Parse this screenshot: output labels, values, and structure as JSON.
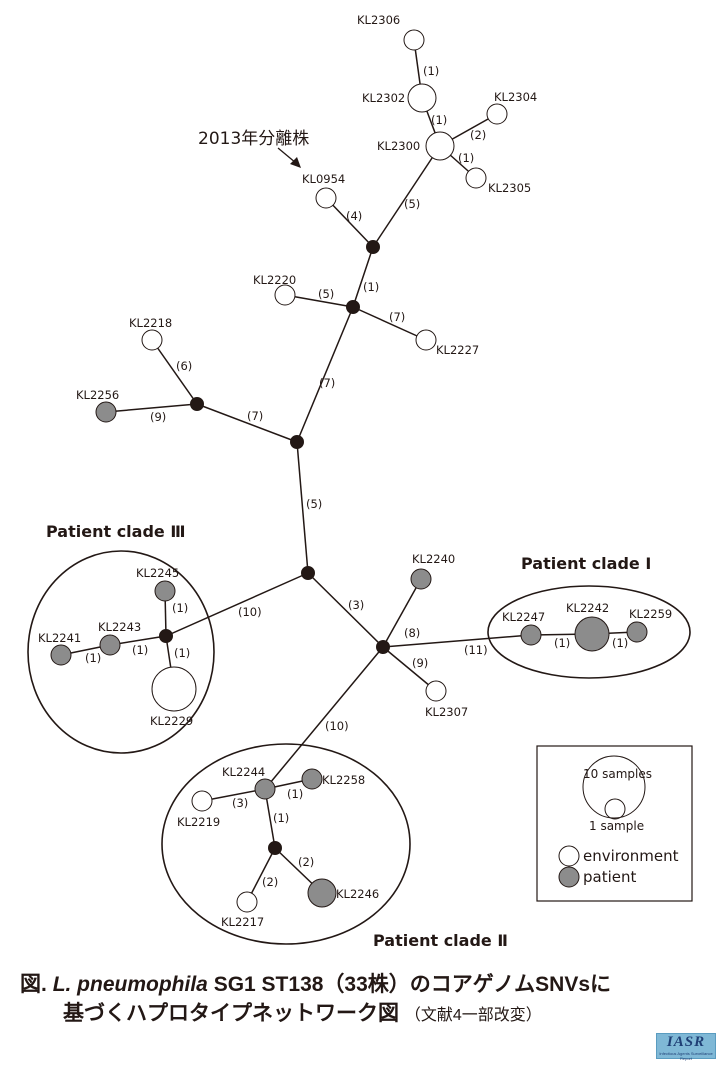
{
  "annotation": {
    "text": "2013年分離株",
    "target": "KL0954"
  },
  "colors": {
    "environment": "#ffffff",
    "patient": "#8c8c8c",
    "junction": "#231815",
    "line": "#231815"
  },
  "nodes": [
    {
      "id": "KL2306",
      "type": "environment",
      "samples": 1
    },
    {
      "id": "KL2302",
      "type": "environment",
      "samples": 2
    },
    {
      "id": "KL2304",
      "type": "environment",
      "samples": 1
    },
    {
      "id": "KL2300",
      "type": "environment",
      "samples": 2
    },
    {
      "id": "KL2305",
      "type": "environment",
      "samples": 1
    },
    {
      "id": "KL0954",
      "type": "environment",
      "samples": 1
    },
    {
      "id": "J1",
      "type": "junction"
    },
    {
      "id": "KL2220",
      "type": "environment",
      "samples": 1
    },
    {
      "id": "J2",
      "type": "junction"
    },
    {
      "id": "KL2227",
      "type": "environment",
      "samples": 1
    },
    {
      "id": "KL2218",
      "type": "environment",
      "samples": 1
    },
    {
      "id": "KL2256",
      "type": "patient",
      "samples": 1
    },
    {
      "id": "J3",
      "type": "junction"
    },
    {
      "id": "J4",
      "type": "junction"
    },
    {
      "id": "J5",
      "type": "junction"
    },
    {
      "id": "KL2240",
      "type": "patient",
      "samples": 1
    },
    {
      "id": "J6",
      "type": "junction"
    },
    {
      "id": "KL2307",
      "type": "environment",
      "samples": 1
    },
    {
      "id": "KL2245",
      "type": "patient",
      "samples": 1
    },
    {
      "id": "J7",
      "type": "junction"
    },
    {
      "id": "KL2243",
      "type": "patient",
      "samples": 1
    },
    {
      "id": "KL2241",
      "type": "patient",
      "samples": 1
    },
    {
      "id": "KL2229",
      "type": "environment",
      "samples": 5
    },
    {
      "id": "KL2247",
      "type": "patient",
      "samples": 1
    },
    {
      "id": "KL2242",
      "type": "patient",
      "samples": 3
    },
    {
      "id": "KL2259",
      "type": "patient",
      "samples": 1
    },
    {
      "id": "KL2244",
      "type": "patient",
      "samples": 1
    },
    {
      "id": "KL2258",
      "type": "patient",
      "samples": 1
    },
    {
      "id": "KL2219",
      "type": "environment",
      "samples": 1
    },
    {
      "id": "J8",
      "type": "junction"
    },
    {
      "id": "KL2246",
      "type": "patient",
      "samples": 2
    },
    {
      "id": "KL2217",
      "type": "environment",
      "samples": 1
    }
  ],
  "edges": [
    {
      "from": "KL2306",
      "to": "KL2302",
      "snvs": "(1)"
    },
    {
      "from": "KL2302",
      "to": "KL2300",
      "snvs": "(1)"
    },
    {
      "from": "KL2300",
      "to": "KL2304",
      "snvs": "(2)"
    },
    {
      "from": "KL2300",
      "to": "KL2305",
      "snvs": "(1)"
    },
    {
      "from": "KL2300",
      "to": "J1",
      "snvs": "(5)"
    },
    {
      "from": "KL0954",
      "to": "J1",
      "snvs": "(4)"
    },
    {
      "from": "J1",
      "to": "J2",
      "snvs": "(1)"
    },
    {
      "from": "KL2220",
      "to": "J2",
      "snvs": "(5)"
    },
    {
      "from": "J2",
      "to": "KL2227",
      "snvs": "(7)"
    },
    {
      "from": "J2",
      "to": "J4",
      "snvs": "(7)"
    },
    {
      "from": "KL2218",
      "to": "J3",
      "snvs": "(6)"
    },
    {
      "from": "KL2256",
      "to": "J3",
      "snvs": "(9)"
    },
    {
      "from": "J3",
      "to": "J4",
      "snvs": "(7)"
    },
    {
      "from": "J4",
      "to": "J5",
      "snvs": "(5)"
    },
    {
      "from": "J5",
      "to": "J6",
      "snvs": "(3)"
    },
    {
      "from": "J5",
      "to": "J7",
      "snvs": "(10)"
    },
    {
      "from": "J6",
      "to": "KL2240",
      "snvs": "(8)"
    },
    {
      "from": "J6",
      "to": "KL2307",
      "snvs": "(9)"
    },
    {
      "from": "J6",
      "to": "KL2247",
      "snvs": "(11)"
    },
    {
      "from": "J6",
      "to": "KL2244",
      "snvs": "(10)"
    },
    {
      "from": "KL2245",
      "to": "J7",
      "snvs": "(1)"
    },
    {
      "from": "KL2243",
      "to": "J7",
      "snvs": "(1)"
    },
    {
      "from": "KL2241",
      "to": "KL2243",
      "snvs": "(1)"
    },
    {
      "from": "J7",
      "to": "KL2229",
      "snvs": "(1)"
    },
    {
      "from": "KL2247",
      "to": "KL2242",
      "snvs": "(1)"
    },
    {
      "from": "KL2242",
      "to": "KL2259",
      "snvs": "(1)"
    },
    {
      "from": "KL2219",
      "to": "KL2244",
      "snvs": "(3)"
    },
    {
      "from": "KL2244",
      "to": "KL2258",
      "snvs": "(1)"
    },
    {
      "from": "KL2244",
      "to": "J8",
      "snvs": "(1)"
    },
    {
      "from": "J8",
      "to": "KL2246",
      "snvs": "(2)"
    },
    {
      "from": "J8",
      "to": "KL2217",
      "snvs": "(2)"
    }
  ],
  "clades": [
    {
      "id": "clade1",
      "title": "Patient clade Ⅰ",
      "members": [
        "KL2247",
        "KL2242",
        "KL2259"
      ]
    },
    {
      "id": "clade2",
      "title": "Patient clade Ⅱ",
      "members": [
        "KL2244",
        "KL2258",
        "KL2219",
        "KL2246",
        "KL2217"
      ]
    },
    {
      "id": "clade3",
      "title": "Patient clade Ⅲ",
      "members": [
        "KL2245",
        "KL2243",
        "KL2241",
        "KL2229"
      ]
    }
  ],
  "legend": {
    "size_large": "10 samples",
    "size_small": "1 sample",
    "environment": "environment",
    "patient": "patient"
  },
  "caption": {
    "prefix": "図.",
    "species": "L. pneumophila",
    "line1_rest": " SG1 ST138（33株）のコアゲノムSNVsに",
    "line2": "基づくハプロタイプネットワーク図",
    "reference": "（文献4一部改変）"
  },
  "logo": {
    "text": "IASR",
    "subtext": "Infectious Agents Surveillance Report"
  }
}
